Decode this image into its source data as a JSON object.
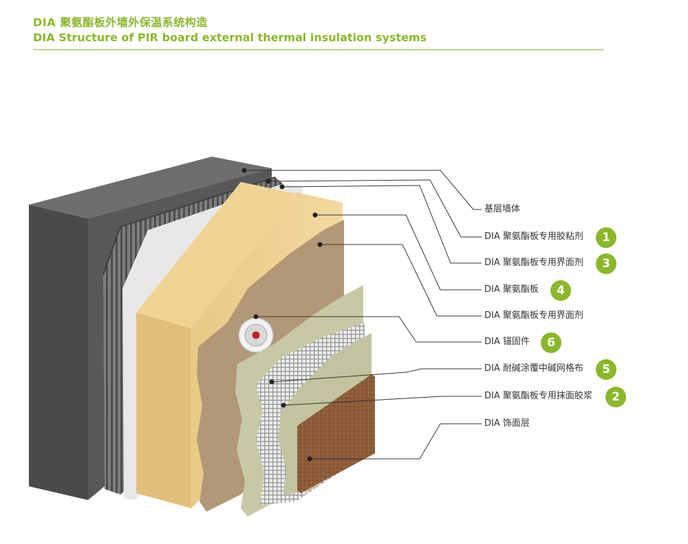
{
  "header": {
    "title_zh": "DIA 聚氨酯板外墙外保温系统构造",
    "title_en": "DIA Structure of PIR board external thermal insulation systems"
  },
  "layers": [
    {
      "label": "基层墙体",
      "badge": ""
    },
    {
      "label": "DIA 聚氨酯板专用胶粘剂",
      "badge": "1"
    },
    {
      "label": "DIA 聚氨酯板专用界面剂",
      "badge": "3"
    },
    {
      "label": "DIA 聚氨酯板",
      "badge": "4"
    },
    {
      "label": "DIA 聚氨酯板专用界面剂",
      "badge": ""
    },
    {
      "label": "DIA 锚固件",
      "badge": "6"
    },
    {
      "label": "DIA 耐碱涂覆中碱网格布",
      "badge": "5"
    },
    {
      "label": "DIA 聚氨酯板专用抹面胶浆",
      "badge": "2"
    },
    {
      "label": "DIA 饰面层",
      "badge": ""
    }
  ],
  "colors": {
    "accent": "#8ab82a",
    "wall": "#5a5a5a",
    "adhesive": "#8a8a8a",
    "pir_board": "#e7c987",
    "interface": "#b59b7c",
    "mortar": "#c2c5a0",
    "finish": "#8a5a36"
  }
}
